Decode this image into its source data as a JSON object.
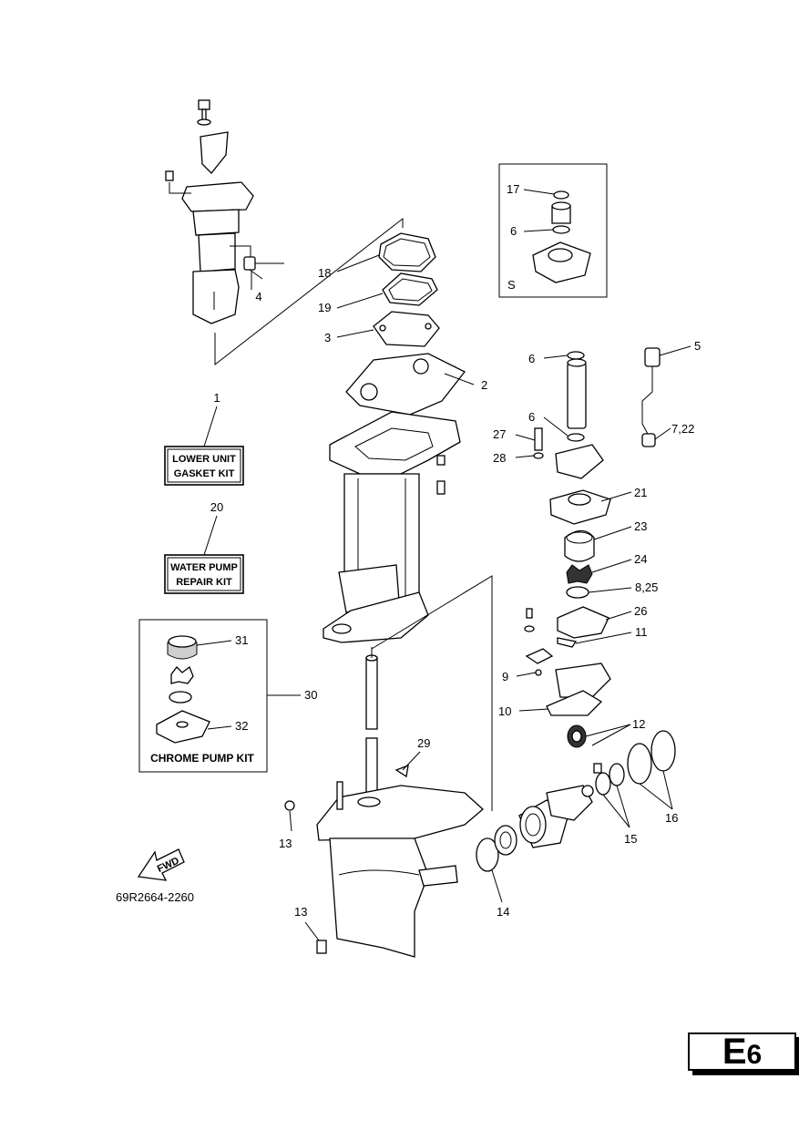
{
  "callouts": {
    "c1": "1",
    "c2": "2",
    "c3": "3",
    "c4": "4",
    "c5": "5",
    "c6a": "6",
    "c6b": "6",
    "c6c": "6",
    "c722": "7,22",
    "c825": "8,25",
    "c9": "9",
    "c10": "10",
    "c11": "11",
    "c12": "12",
    "c13a": "13",
    "c13b": "13",
    "c14": "14",
    "c15": "15",
    "c16": "16",
    "c17": "17",
    "c18": "18",
    "c19": "19",
    "c20": "20",
    "c21": "21",
    "c23": "23",
    "c24": "24",
    "c26": "26",
    "c27": "27",
    "c28": "28",
    "c29": "29",
    "c30": "30",
    "c31": "31",
    "c32": "32"
  },
  "kits": {
    "lower_unit_line1": "LOWER UNIT",
    "lower_unit_line2": "GASKET KIT",
    "water_pump_line1": "WATER PUMP",
    "water_pump_line2": "REPAIR KIT",
    "chrome_pump": "CHROME PUMP KIT"
  },
  "inset_label": "S",
  "fwd_label": "FWD",
  "drawing_number": "69R2664-2260",
  "page_id": {
    "letter": "E",
    "number": "6"
  }
}
